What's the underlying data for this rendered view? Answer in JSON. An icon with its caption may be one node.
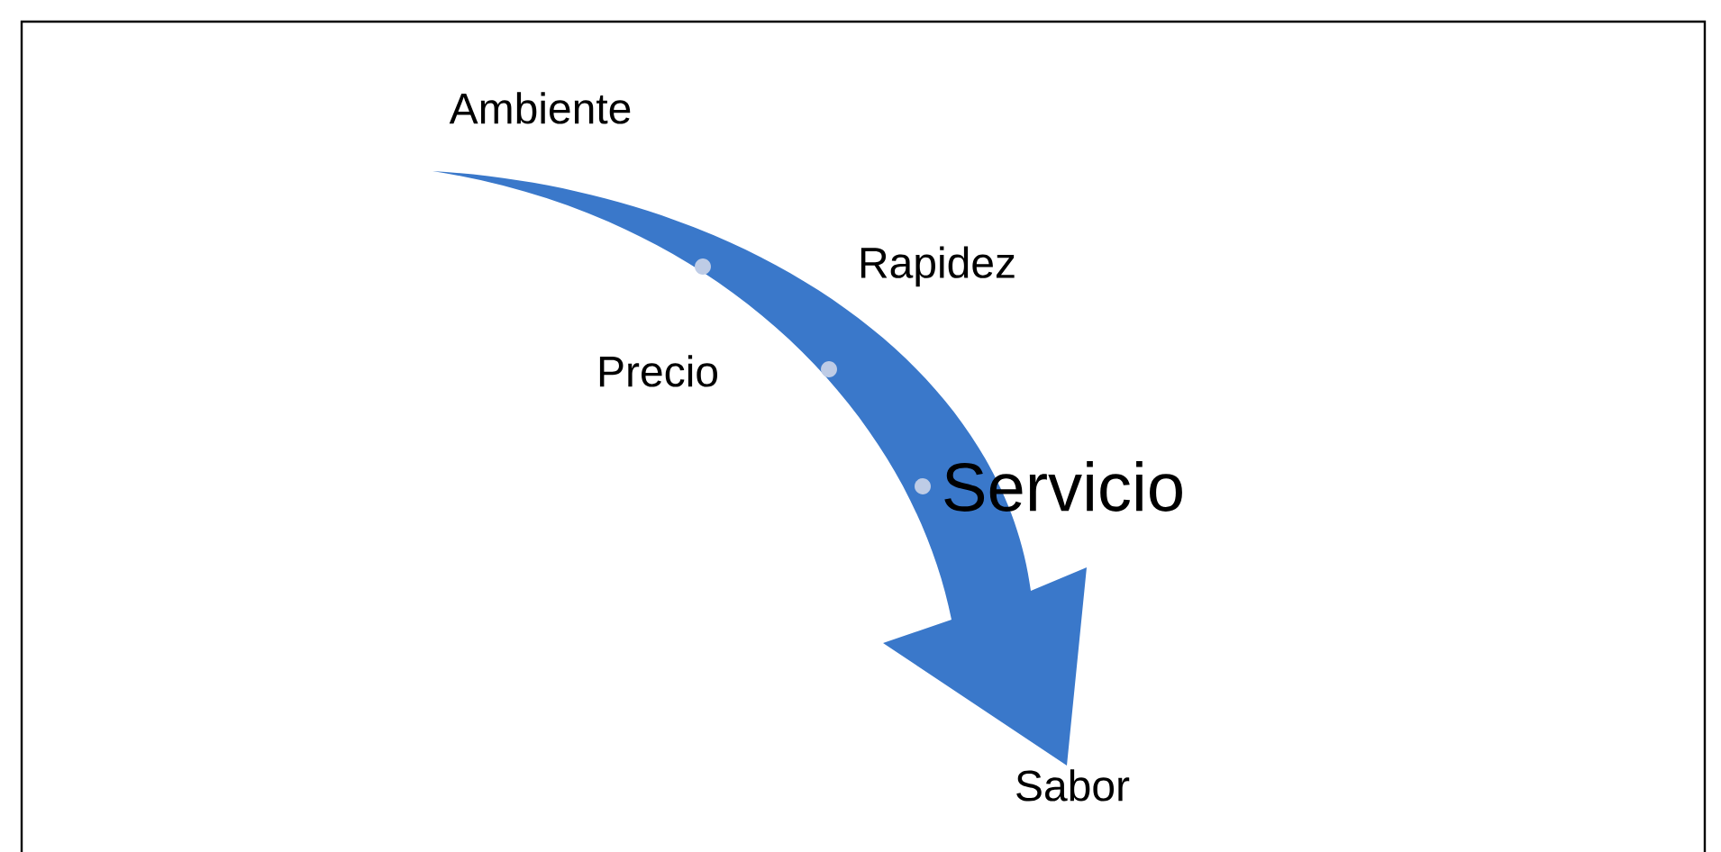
{
  "diagram": {
    "labels": [
      "Ambiente",
      "Rapidez",
      "Precio",
      "Servicio",
      "Sabor"
    ]
  }
}
